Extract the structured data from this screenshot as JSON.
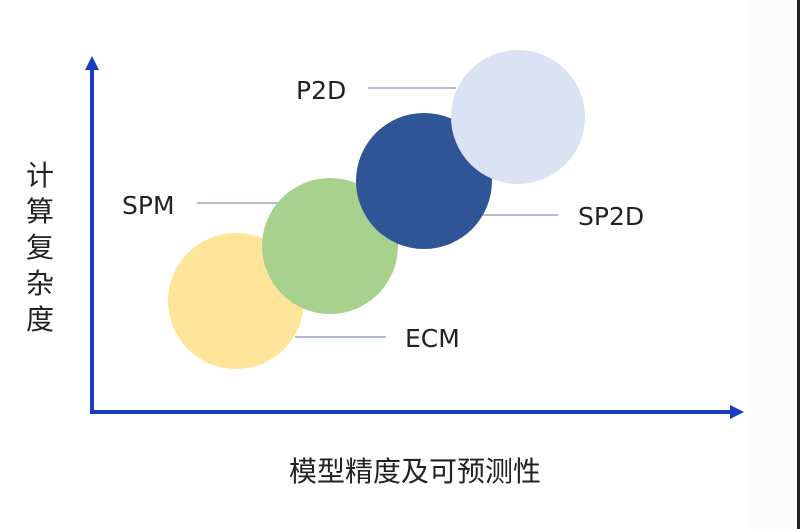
{
  "axes": {
    "y_label": "计算复杂度",
    "x_label": "模型精度及可预测性",
    "color": "#1a3cc0"
  },
  "models": [
    {
      "name": "ECM",
      "color": "#fee599"
    },
    {
      "name": "SPM",
      "color": "#a9d18e"
    },
    {
      "name": "SP2D",
      "color": "#2f5597"
    },
    {
      "name": "P2D",
      "color": "#dae3f3"
    }
  ],
  "leader_color": "#8497b0"
}
